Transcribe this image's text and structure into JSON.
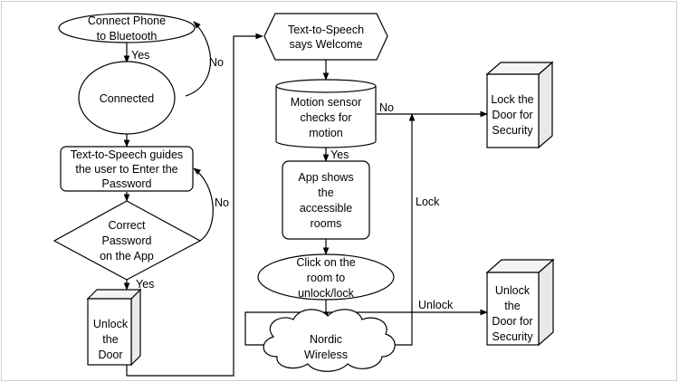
{
  "nodes": {
    "connect_phone": [
      "Connect Phone",
      "to Bluetooth"
    ],
    "connected": [
      "Connected"
    ],
    "tts_guides": [
      "Text-to-Speech guides",
      "the user to Enter the",
      "Password"
    ],
    "correct_password": [
      "Correct",
      "Password",
      "on the App"
    ],
    "unlock_door_left": [
      "Unlock",
      "the",
      "Door"
    ],
    "tts_welcome": [
      "Text-to-Speech",
      "says Welcome"
    ],
    "motion_sensor": [
      "Motion sensor",
      "checks for",
      "motion"
    ],
    "app_rooms": [
      "App shows",
      "the",
      "accessible",
      "rooms"
    ],
    "click_room": [
      "Click on the",
      "room to",
      "unlock/lock"
    ],
    "nordic": [
      "Nordic",
      "Wireless"
    ],
    "lock_door": [
      "Lock the",
      "Door for",
      "Security"
    ],
    "unlock_door_right": [
      "Unlock",
      "the",
      "Door for",
      "Security"
    ]
  },
  "edge_labels": {
    "yes_connect": "Yes",
    "no_connect": "No",
    "no_password": "No",
    "yes_password": "Yes",
    "no_motion": "No",
    "yes_motion": "Yes",
    "lock": "Lock",
    "unlock": "Unlock"
  }
}
